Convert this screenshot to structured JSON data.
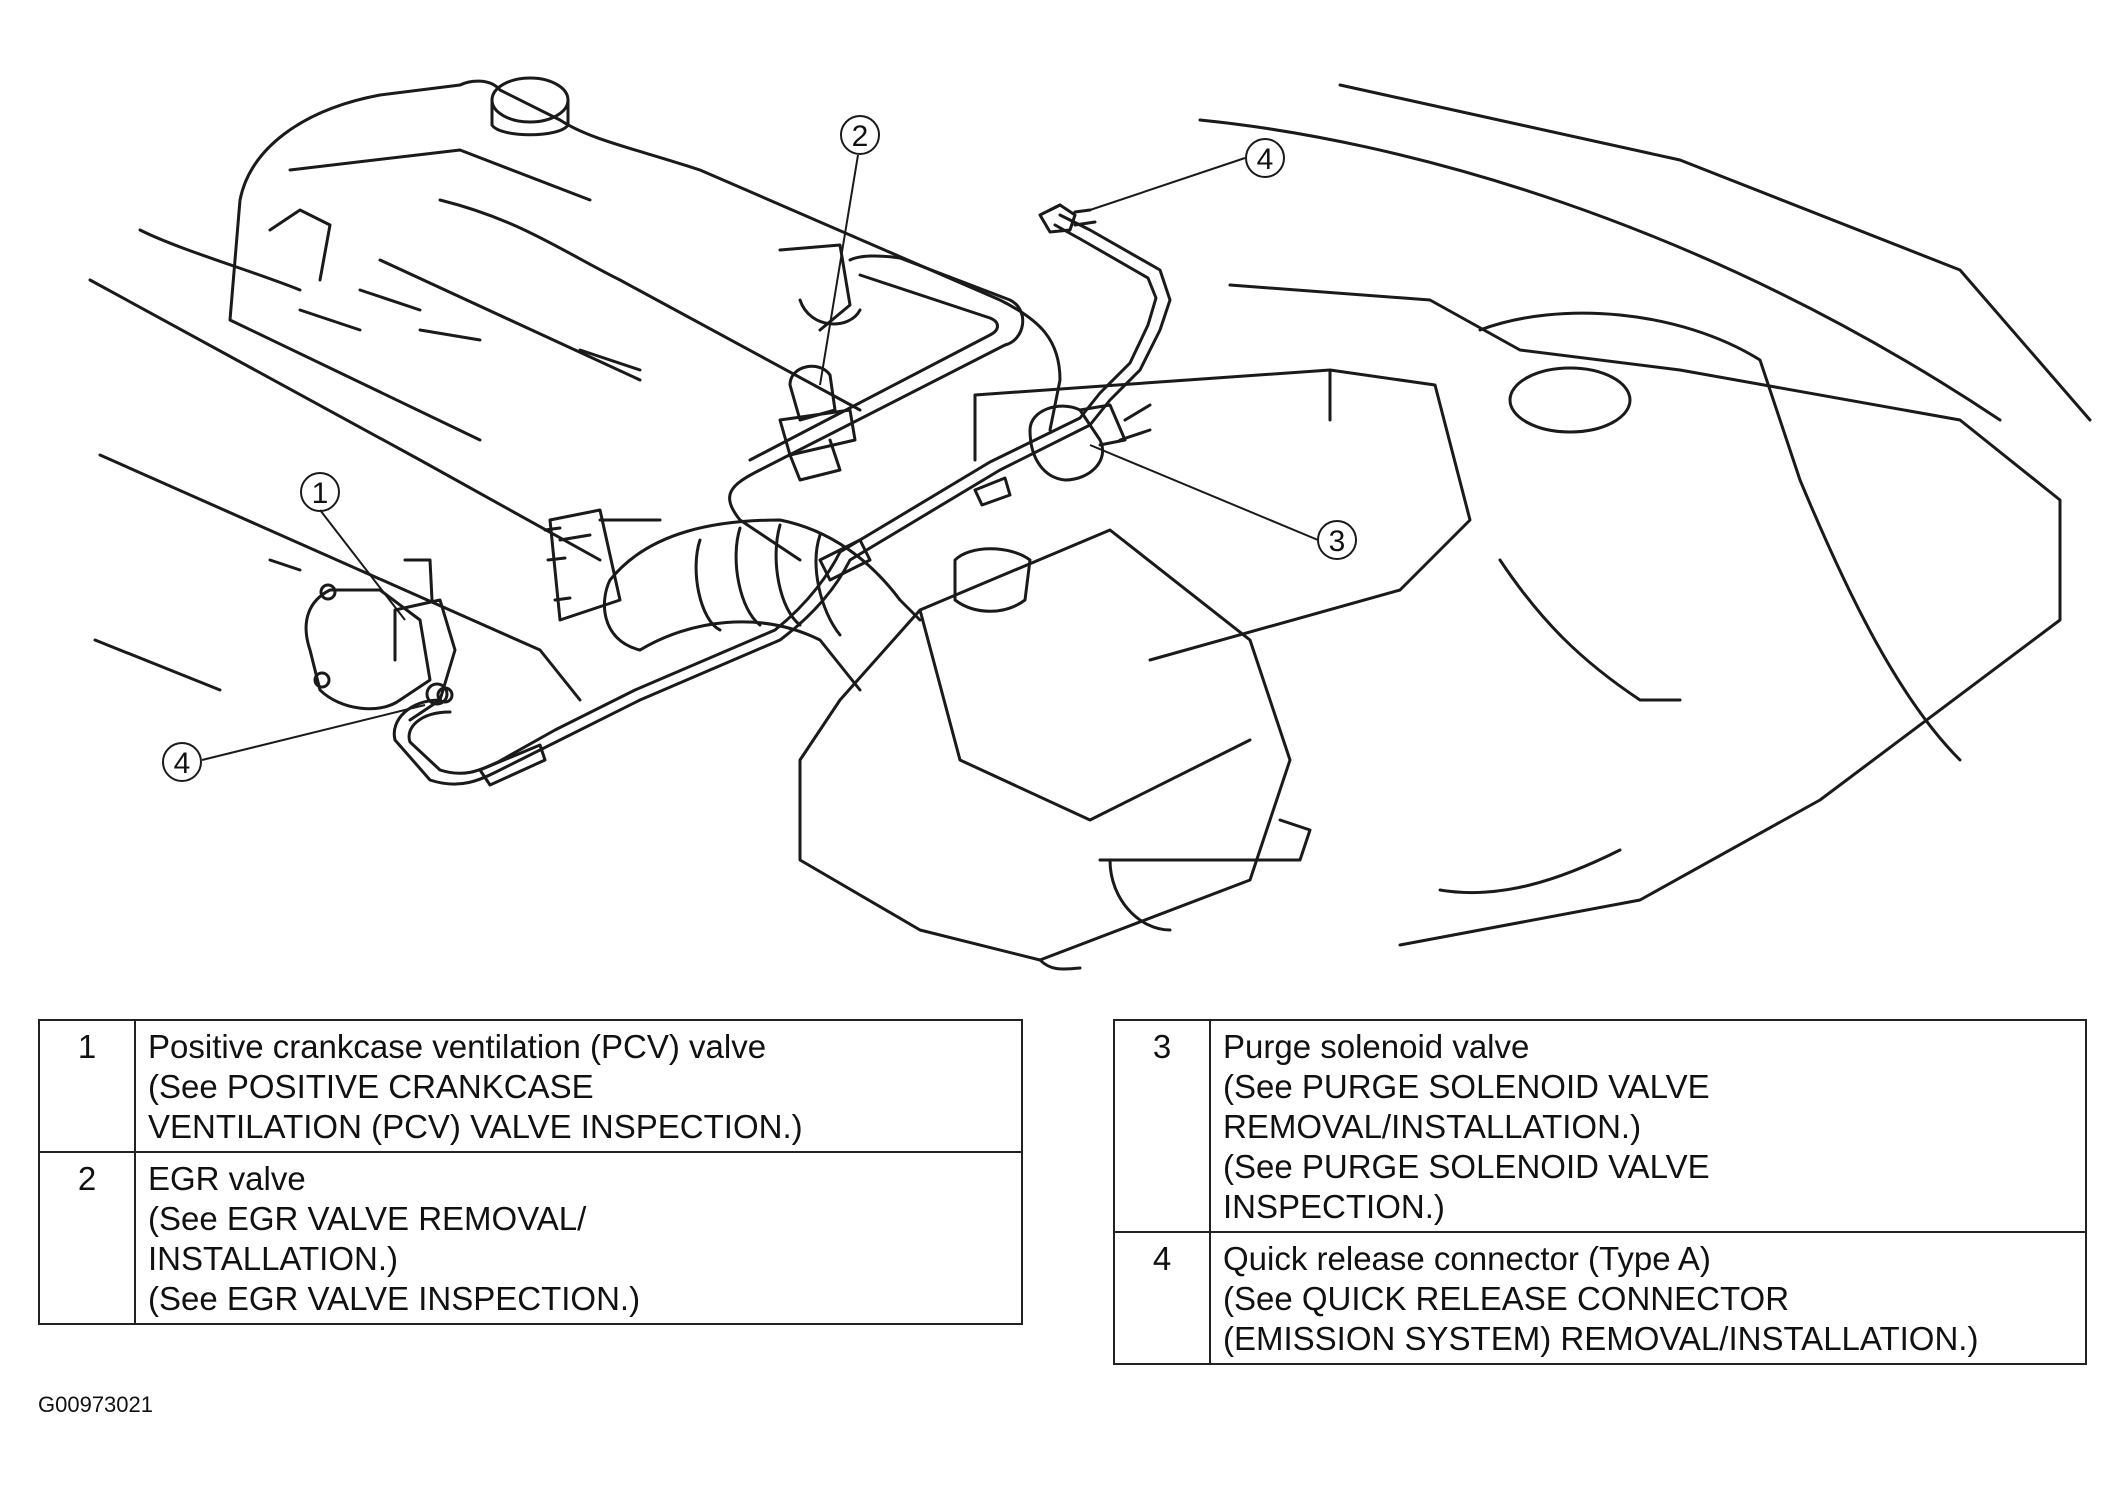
{
  "callouts": [
    "1",
    "2",
    "3",
    "4",
    "4"
  ],
  "legend_left": [
    {
      "num": "1",
      "text": "Positive crankcase ventilation (PCV) valve\n(See POSITIVE CRANKCASE\nVENTILATION (PCV) VALVE INSPECTION.)"
    },
    {
      "num": "2",
      "text": "EGR valve\n(See EGR VALVE REMOVAL/\nINSTALLATION.)\n(See EGR VALVE INSPECTION.)"
    }
  ],
  "legend_right": [
    {
      "num": "3",
      "text": "Purge solenoid valve\n(See PURGE SOLENOID VALVE\nREMOVAL/INSTALLATION.)\n(See PURGE SOLENOID VALVE\nINSPECTION.)"
    },
    {
      "num": "4",
      "text": "Quick release connector (Type A)\n(See QUICK RELEASE CONNECTOR\n(EMISSION SYSTEM) REMOVAL/INSTALLATION.)"
    }
  ],
  "figure_id": "G00973021"
}
